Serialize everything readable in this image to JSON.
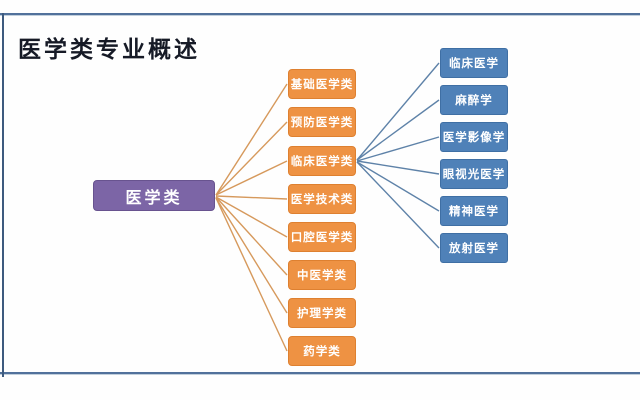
{
  "title": "医学类专业概述",
  "colors": {
    "root_box": "#7c65a6",
    "category_box": "#ee9243",
    "child_box": "#4f81b8",
    "category_line": "#d6995c",
    "child_line": "#5e82a8",
    "frame_line": "#51719b",
    "title_text": "#161a26",
    "box_text": "#ffffff"
  },
  "tree": {
    "root": {
      "label": "医学类"
    },
    "categories": [
      {
        "label": "基础医学类"
      },
      {
        "label": "预防医学类"
      },
      {
        "label": "临床医学类"
      },
      {
        "label": "医学技术类"
      },
      {
        "label": "口腔医学类"
      },
      {
        "label": "中医学类"
      },
      {
        "label": "护理学类"
      },
      {
        "label": "药学类"
      }
    ],
    "clinical_children": [
      {
        "label": "临床医学"
      },
      {
        "label": "麻醉学"
      },
      {
        "label": "医学影像学"
      },
      {
        "label": "眼视光医学"
      },
      {
        "label": "精神医学"
      },
      {
        "label": "放射医学"
      }
    ]
  }
}
